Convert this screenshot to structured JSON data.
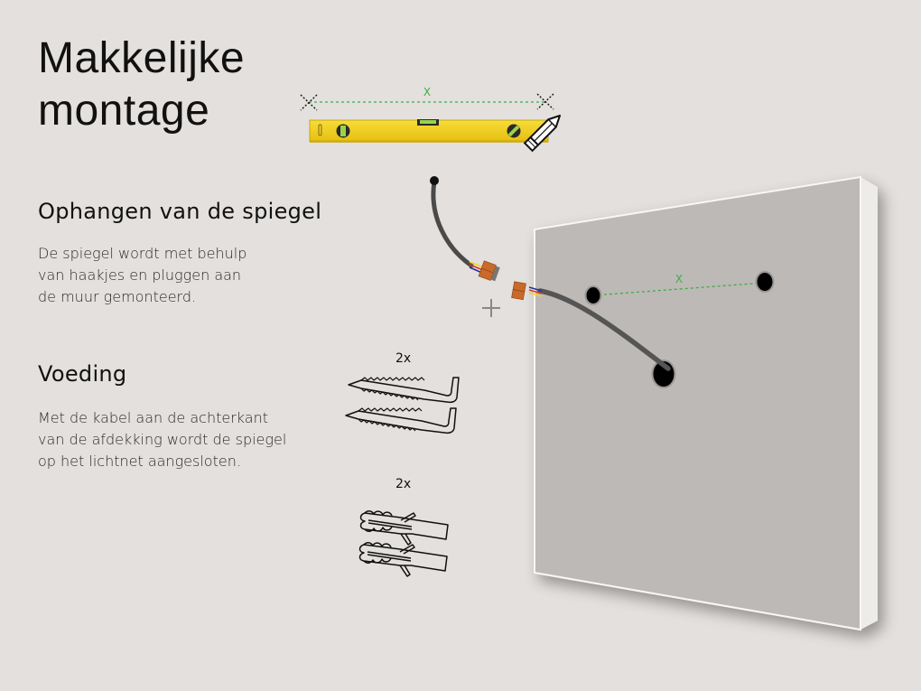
{
  "title": {
    "line1": "Makkelijke",
    "line2": "montage"
  },
  "sections": [
    {
      "heading": "Ophangen van de spiegel",
      "body": [
        "De spiegel wordt met behulp",
        "van haakjes en pluggen aan",
        "de muur gemonteerd."
      ]
    },
    {
      "heading": "Voeding",
      "body": [
        "Met de kabel aan de achterkant",
        "van de afdekking wordt de spiegel",
        "op het lichtnet aangesloten."
      ]
    }
  ],
  "illustrations": {
    "level": {
      "distance_label": "X",
      "icon": "spirit-level-icon",
      "marker_icon": "cross-marker-icon",
      "pencil_icon": "pencil-icon"
    },
    "mirror": {
      "distance_label": "X",
      "hole_count": 3
    },
    "hooks": {
      "quantity": "2x",
      "icon": "screw-hook-icon"
    },
    "plugs": {
      "quantity": "2x",
      "icon": "wall-plug-icon"
    },
    "cable": {
      "icon": "power-cable-icon",
      "connector_icon": "wire-connector-icon",
      "plus_icon": "plus-icon"
    }
  },
  "colors": {
    "background": "#e3e0dd",
    "mirror_face": "#bcb9b6",
    "mirror_edge": "#f4f2f0",
    "level_yellow": "#f4d21e",
    "guide_green": "#3cb043",
    "cable": "#4a4a4a",
    "connector_orange": "#c9692a"
  }
}
